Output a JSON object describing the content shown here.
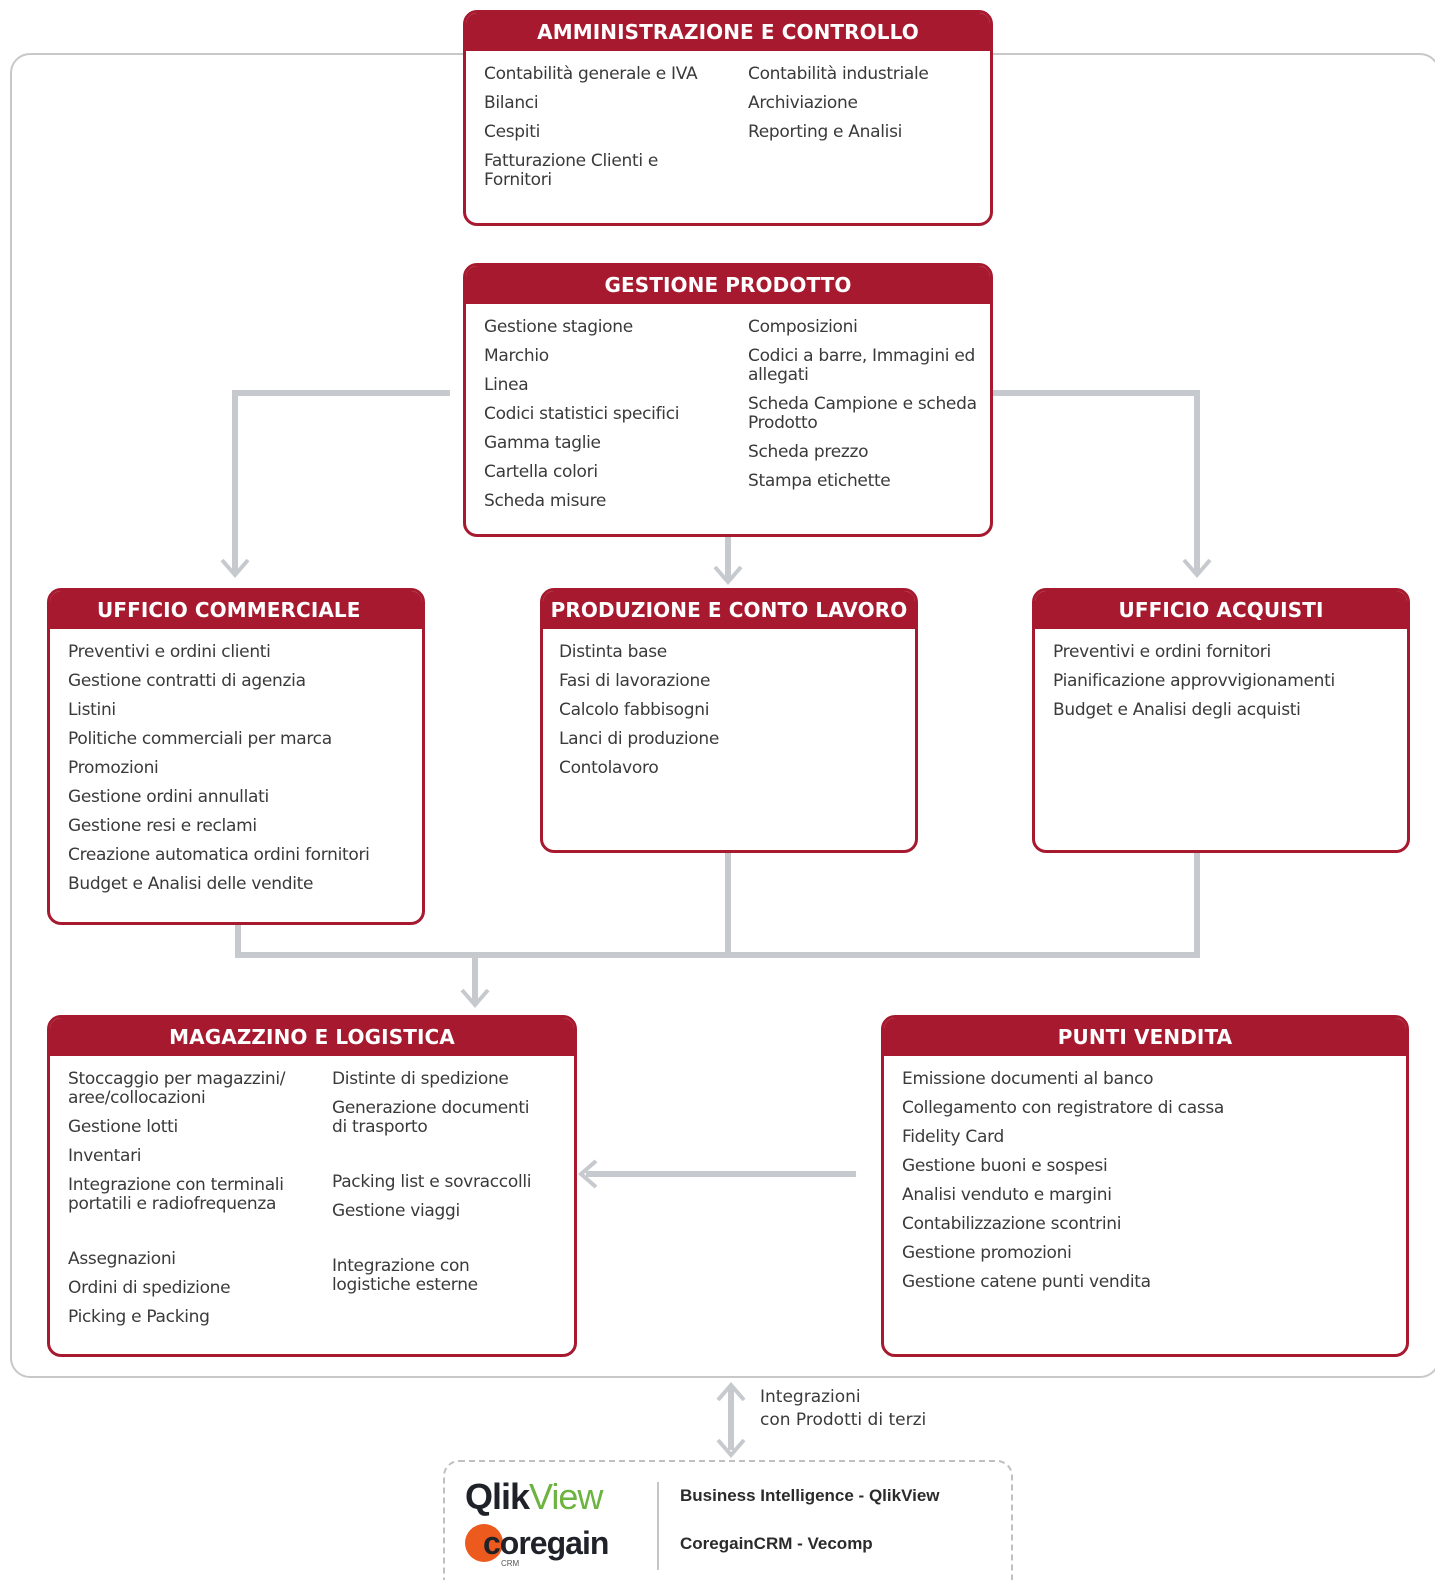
{
  "boxes": {
    "amministrazione": {
      "title": "AMMINISTRAZIONE E CONTROLLO",
      "col1": [
        "Contabilità generale e IVA",
        "Bilanci",
        "Cespiti",
        "Fatturazione Clienti e Fornitori"
      ],
      "col2": [
        "Contabilità industriale",
        "Archiviazione",
        "Reporting e Analisi"
      ]
    },
    "prodotto": {
      "title": "GESTIONE PRODOTTO",
      "col1": [
        "Gestione stagione",
        "Marchio",
        "Linea",
        "Codici statistici specifici",
        "Gamma taglie",
        "Cartella colori",
        "Scheda misure"
      ],
      "col2": [
        "Composizioni",
        "Codici a barre, Immagini ed allegati",
        "Scheda Campione e scheda Prodotto",
        "Scheda prezzo",
        "Stampa etichette"
      ]
    },
    "commerciale": {
      "title": "UFFICIO COMMERCIALE",
      "col1": [
        "Preventivi e ordini clienti",
        "Gestione contratti di agenzia",
        "Listini",
        "Politiche commerciali per marca",
        "Promozioni",
        "Gestione ordini annullati",
        "Gestione resi e reclami",
        "Creazione automatica ordini fornitori",
        "Budget e Analisi delle vendite"
      ]
    },
    "produzione": {
      "title": "PRODUZIONE E CONTO LAVORO",
      "col1": [
        "Distinta base",
        "Fasi di lavorazione",
        "Calcolo fabbisogni",
        "Lanci di produzione",
        "Contolavoro"
      ]
    },
    "acquisti": {
      "title": "UFFICIO ACQUISTI",
      "col1": [
        "Preventivi e ordini fornitori",
        "Pianificazione approvvigionamenti",
        "Budget e Analisi degli acquisti"
      ]
    },
    "magazzino": {
      "title": "MAGAZZINO E LOGISTICA",
      "col1": [
        "Stoccaggio per magazzini/ aree/collocazioni",
        "Gestione lotti",
        "Inventari",
        "Integrazione con terminali portatili e radiofrequenza",
        "Assegnazioni",
        "Ordini di spedizione",
        "Picking e Packing"
      ],
      "col2": [
        "Distinte di spedizione",
        "Generazione documenti di trasporto",
        "Packing list e sovraccolli",
        "Gestione viaggi",
        "Integrazione con logistiche esterne"
      ]
    },
    "punti_vendita": {
      "title": "PUNTI VENDITA",
      "col1": [
        "Emissione documenti al banco",
        "Collegamento con registratore di cassa",
        "Fidelity Card",
        "Gestione buoni e sospesi",
        "Analisi venduto e margini",
        "Contabilizzazione scontrini",
        "Gestione promozioni",
        "Gestione catene punti vendita"
      ]
    }
  },
  "integration": {
    "line1": "Integrazioni",
    "line2": "con Prodotti di terzi"
  },
  "partners": {
    "qlik_logo_part1": "Qlik",
    "qlik_logo_part2": "View",
    "coregain_logo": "coregain",
    "coregain_logo_sub": "CRM",
    "qlik_label": "Business Intelligence - QlikView",
    "coregain_label": "CoregainCRM - Vecomp"
  },
  "colors": {
    "accent": "#a6192e",
    "connector": "#c6c9cd",
    "qlik_green": "#6cb33f",
    "coregain_orange": "#ec5a1d"
  }
}
